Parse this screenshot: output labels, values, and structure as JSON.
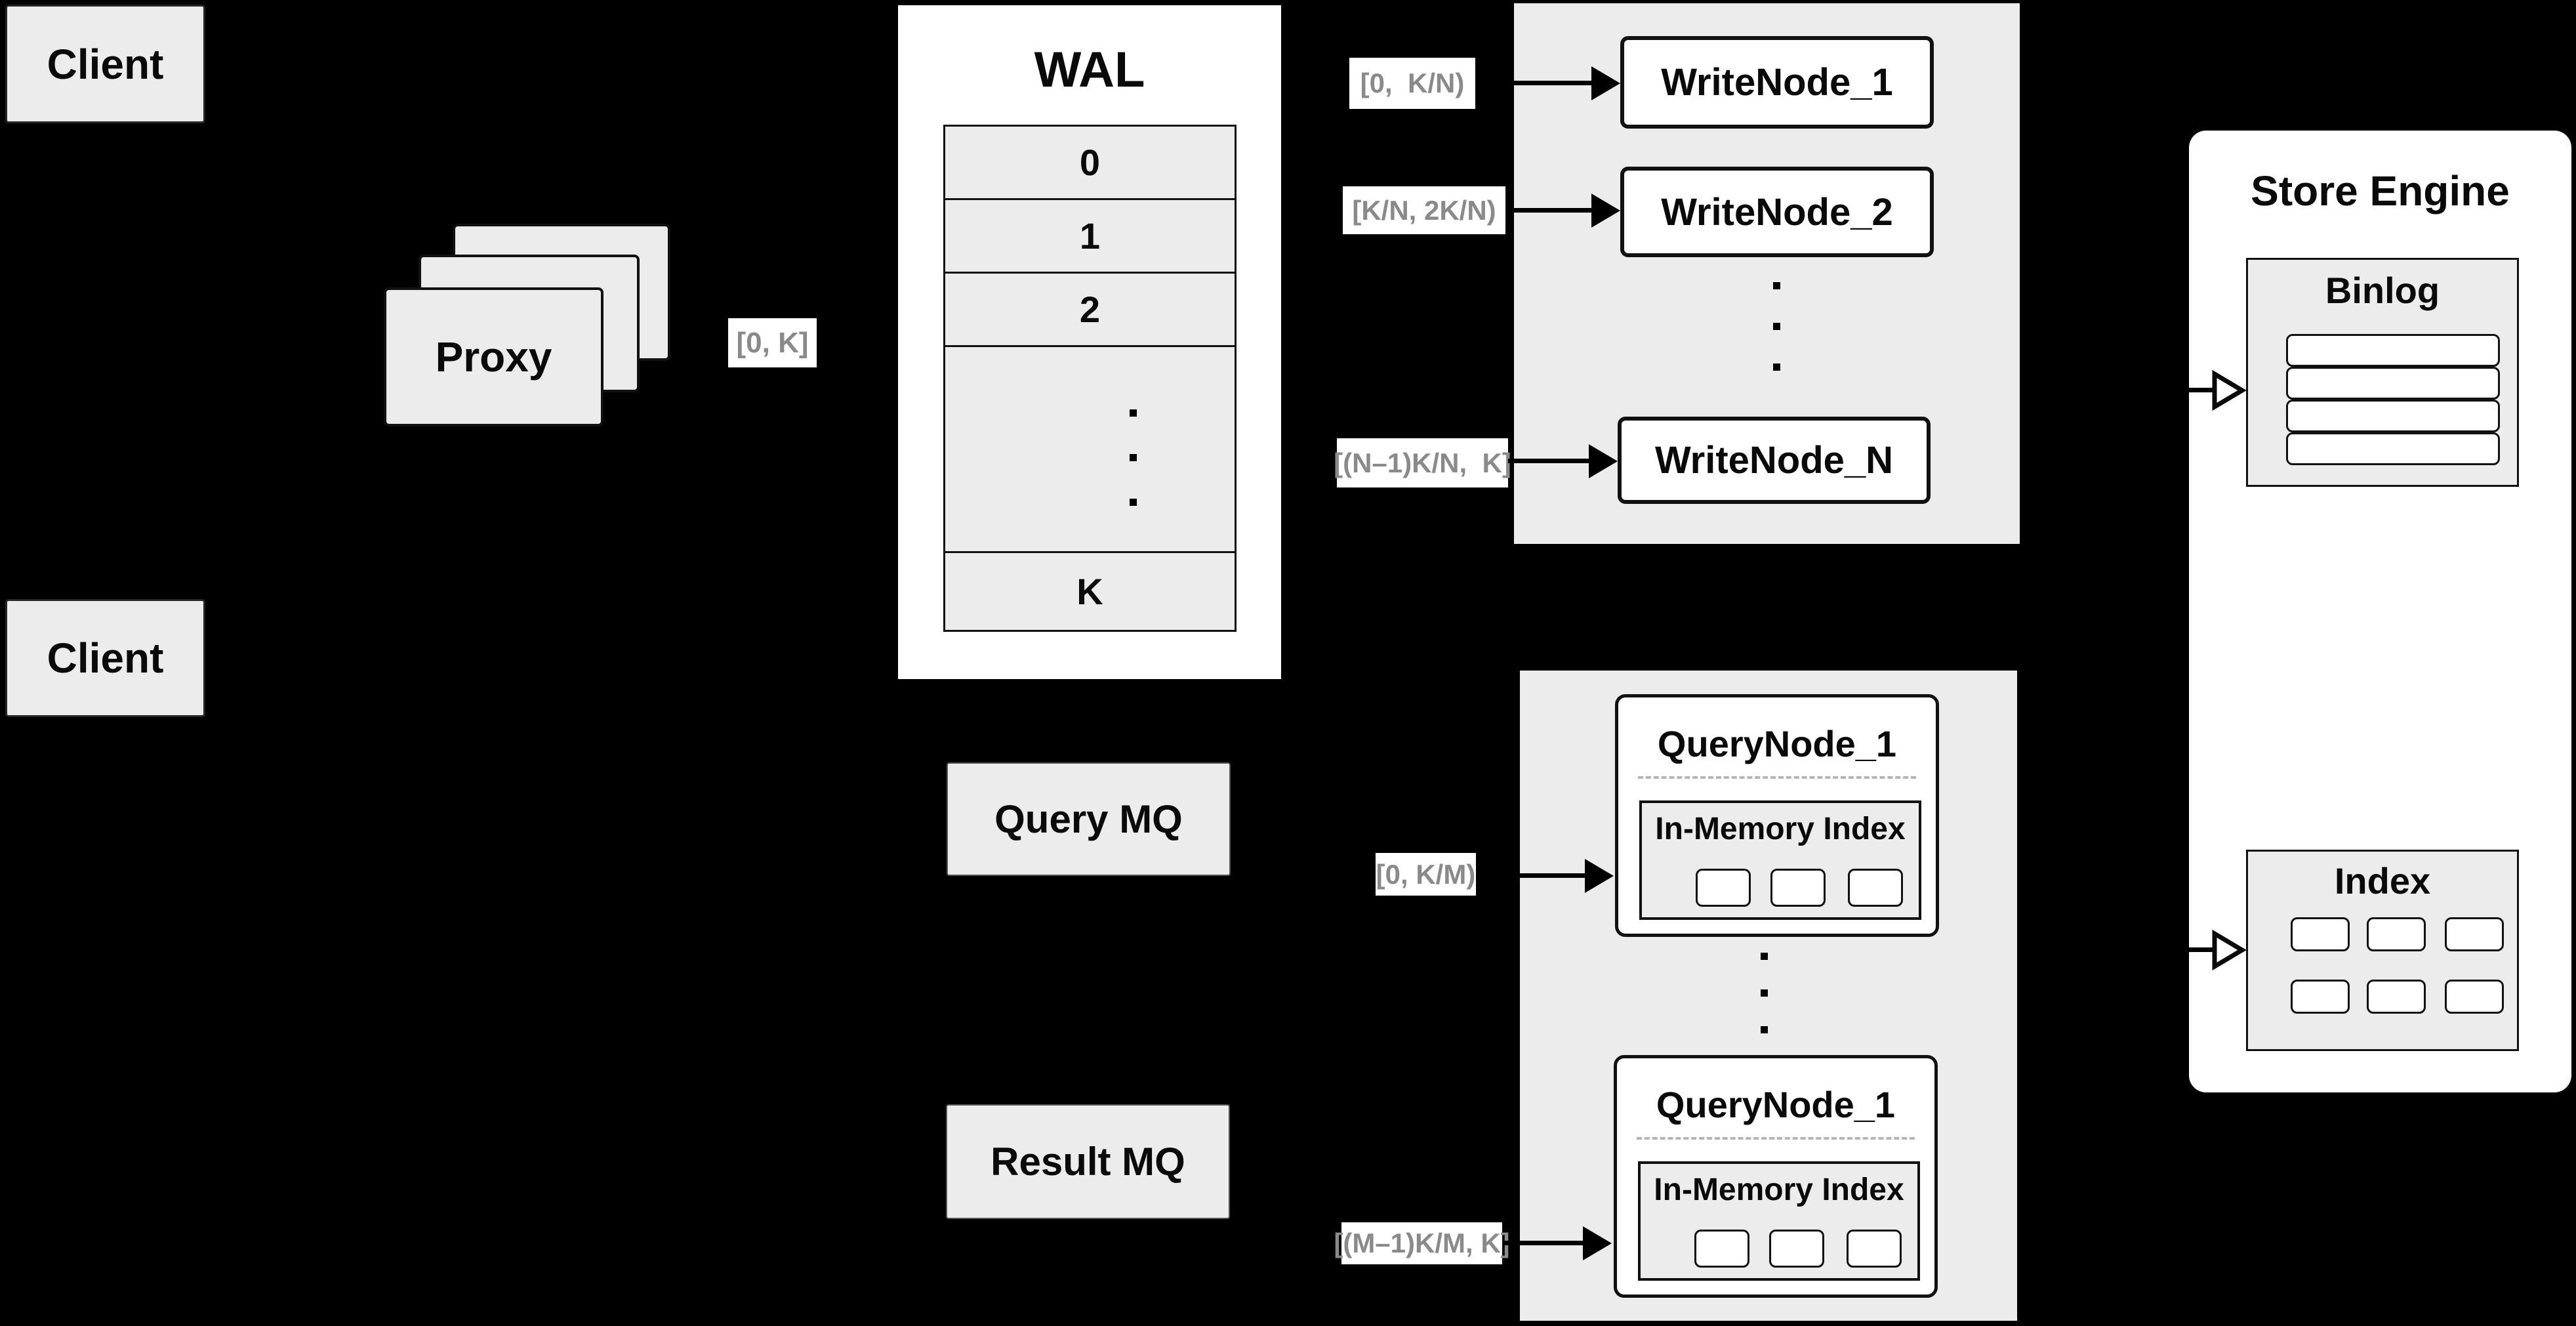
{
  "clients": {
    "top": "Client",
    "bottom": "Client"
  },
  "proxy": {
    "label": "Proxy",
    "range_label": "[0, K]"
  },
  "wal": {
    "title": "WAL",
    "segments": [
      "0",
      "1",
      "2"
    ],
    "last_segment": "K"
  },
  "write_cluster": {
    "labels": [
      "[0,  K/N)",
      "[K/N, 2K/N)",
      "[(N–1)K/N,  K]"
    ],
    "nodes": [
      "WriteNode_1",
      "WriteNode_2",
      "WriteNode_N"
    ]
  },
  "store_engine": {
    "title": "Store Engine",
    "binlog_title": "Binlog",
    "index_title": "Index"
  },
  "query": {
    "query_mq": "Query MQ",
    "result_mq": "Result MQ",
    "labels": [
      "[0, K/M)",
      "[(M–1)K/M, K]"
    ],
    "nodes": [
      {
        "title": "QueryNode_1",
        "inner": "In-Memory Index"
      },
      {
        "title": "QueryNode_1",
        "inner": "In-Memory Index"
      }
    ]
  },
  "colors": {
    "background": "#000000",
    "panel_gray": "#ececec",
    "panel_white": "#ffffff",
    "line_black": "#000000",
    "label_text_gray": "#8a8a8a"
  }
}
